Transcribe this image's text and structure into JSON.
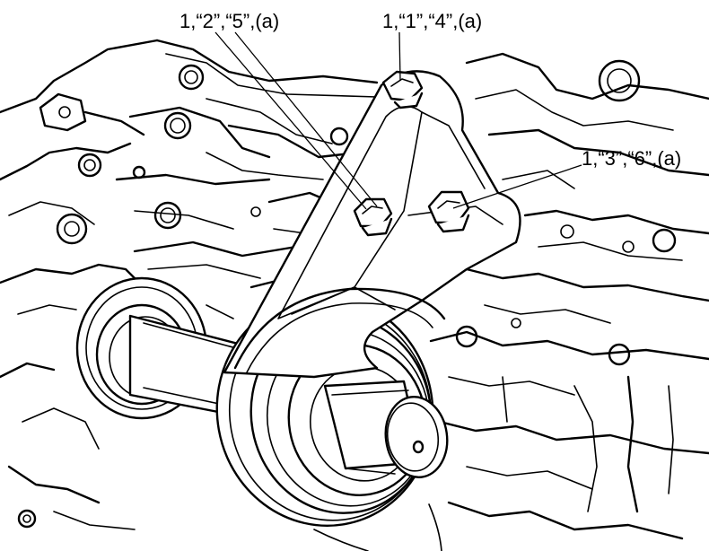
{
  "callouts": {
    "upper_left": "1,“2”,“5”,(a)",
    "upper_right": "1,“1”,“4”,(a)",
    "right": "1,“3”,“6”,(a)"
  },
  "colors": {
    "line": "#000000",
    "background": "#ffffff"
  }
}
